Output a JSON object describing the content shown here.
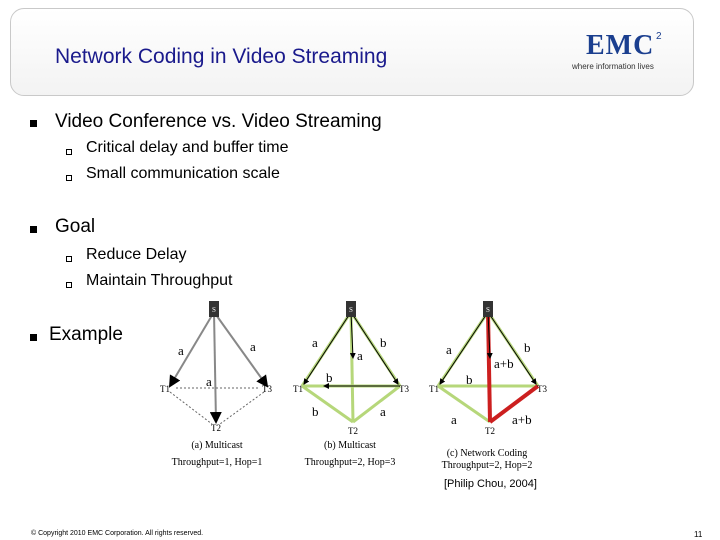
{
  "title": "Network Coding in Video Streaming",
  "logo": {
    "text": "EMC",
    "sup": "2",
    "tagline": "where information lives"
  },
  "bullets": [
    {
      "text": "Video Conference vs. Video Streaming",
      "subs": [
        "Critical delay and buffer time",
        "Small communication scale"
      ]
    },
    {
      "text": "Goal",
      "subs": [
        "Reduce Delay",
        "Maintain Throughput"
      ]
    },
    {
      "text": "Example",
      "subs": []
    }
  ],
  "diagram": {
    "panels": [
      {
        "source": "S",
        "t1": "T1",
        "t2": "T2",
        "t3": "T3",
        "edge_labels": [
          "a",
          "a",
          "a"
        ],
        "caption1": "(a) Multicast",
        "caption2": "Throughput=1, Hop=1"
      },
      {
        "source": "S",
        "t1": "T1",
        "t2": "T2",
        "t3": "T3",
        "edge_labels": [
          "a",
          "a",
          "b",
          "b",
          "b",
          "a"
        ],
        "caption1": "(b) Multicast",
        "caption2": "Throughput=2, Hop=3"
      },
      {
        "source": "S",
        "t1": "T1",
        "t2": "T2",
        "t3": "T3",
        "edge_labels": [
          "a",
          "b",
          "b",
          "a+b",
          "a",
          "a+b"
        ],
        "caption1": "(c) Network Coding",
        "caption2": "Throughput=2, Hop=2"
      }
    ]
  },
  "citation": "[Philip Chou, 2004]",
  "copyright": "© Copyright 2010 EMC Corporation. All rights reserved.",
  "page_number": "11",
  "colors": {
    "title": "#1a1a8c",
    "logo": "#1b3f8f",
    "edge_green": "#b6d77a",
    "edge_red": "#cc1f1f"
  }
}
